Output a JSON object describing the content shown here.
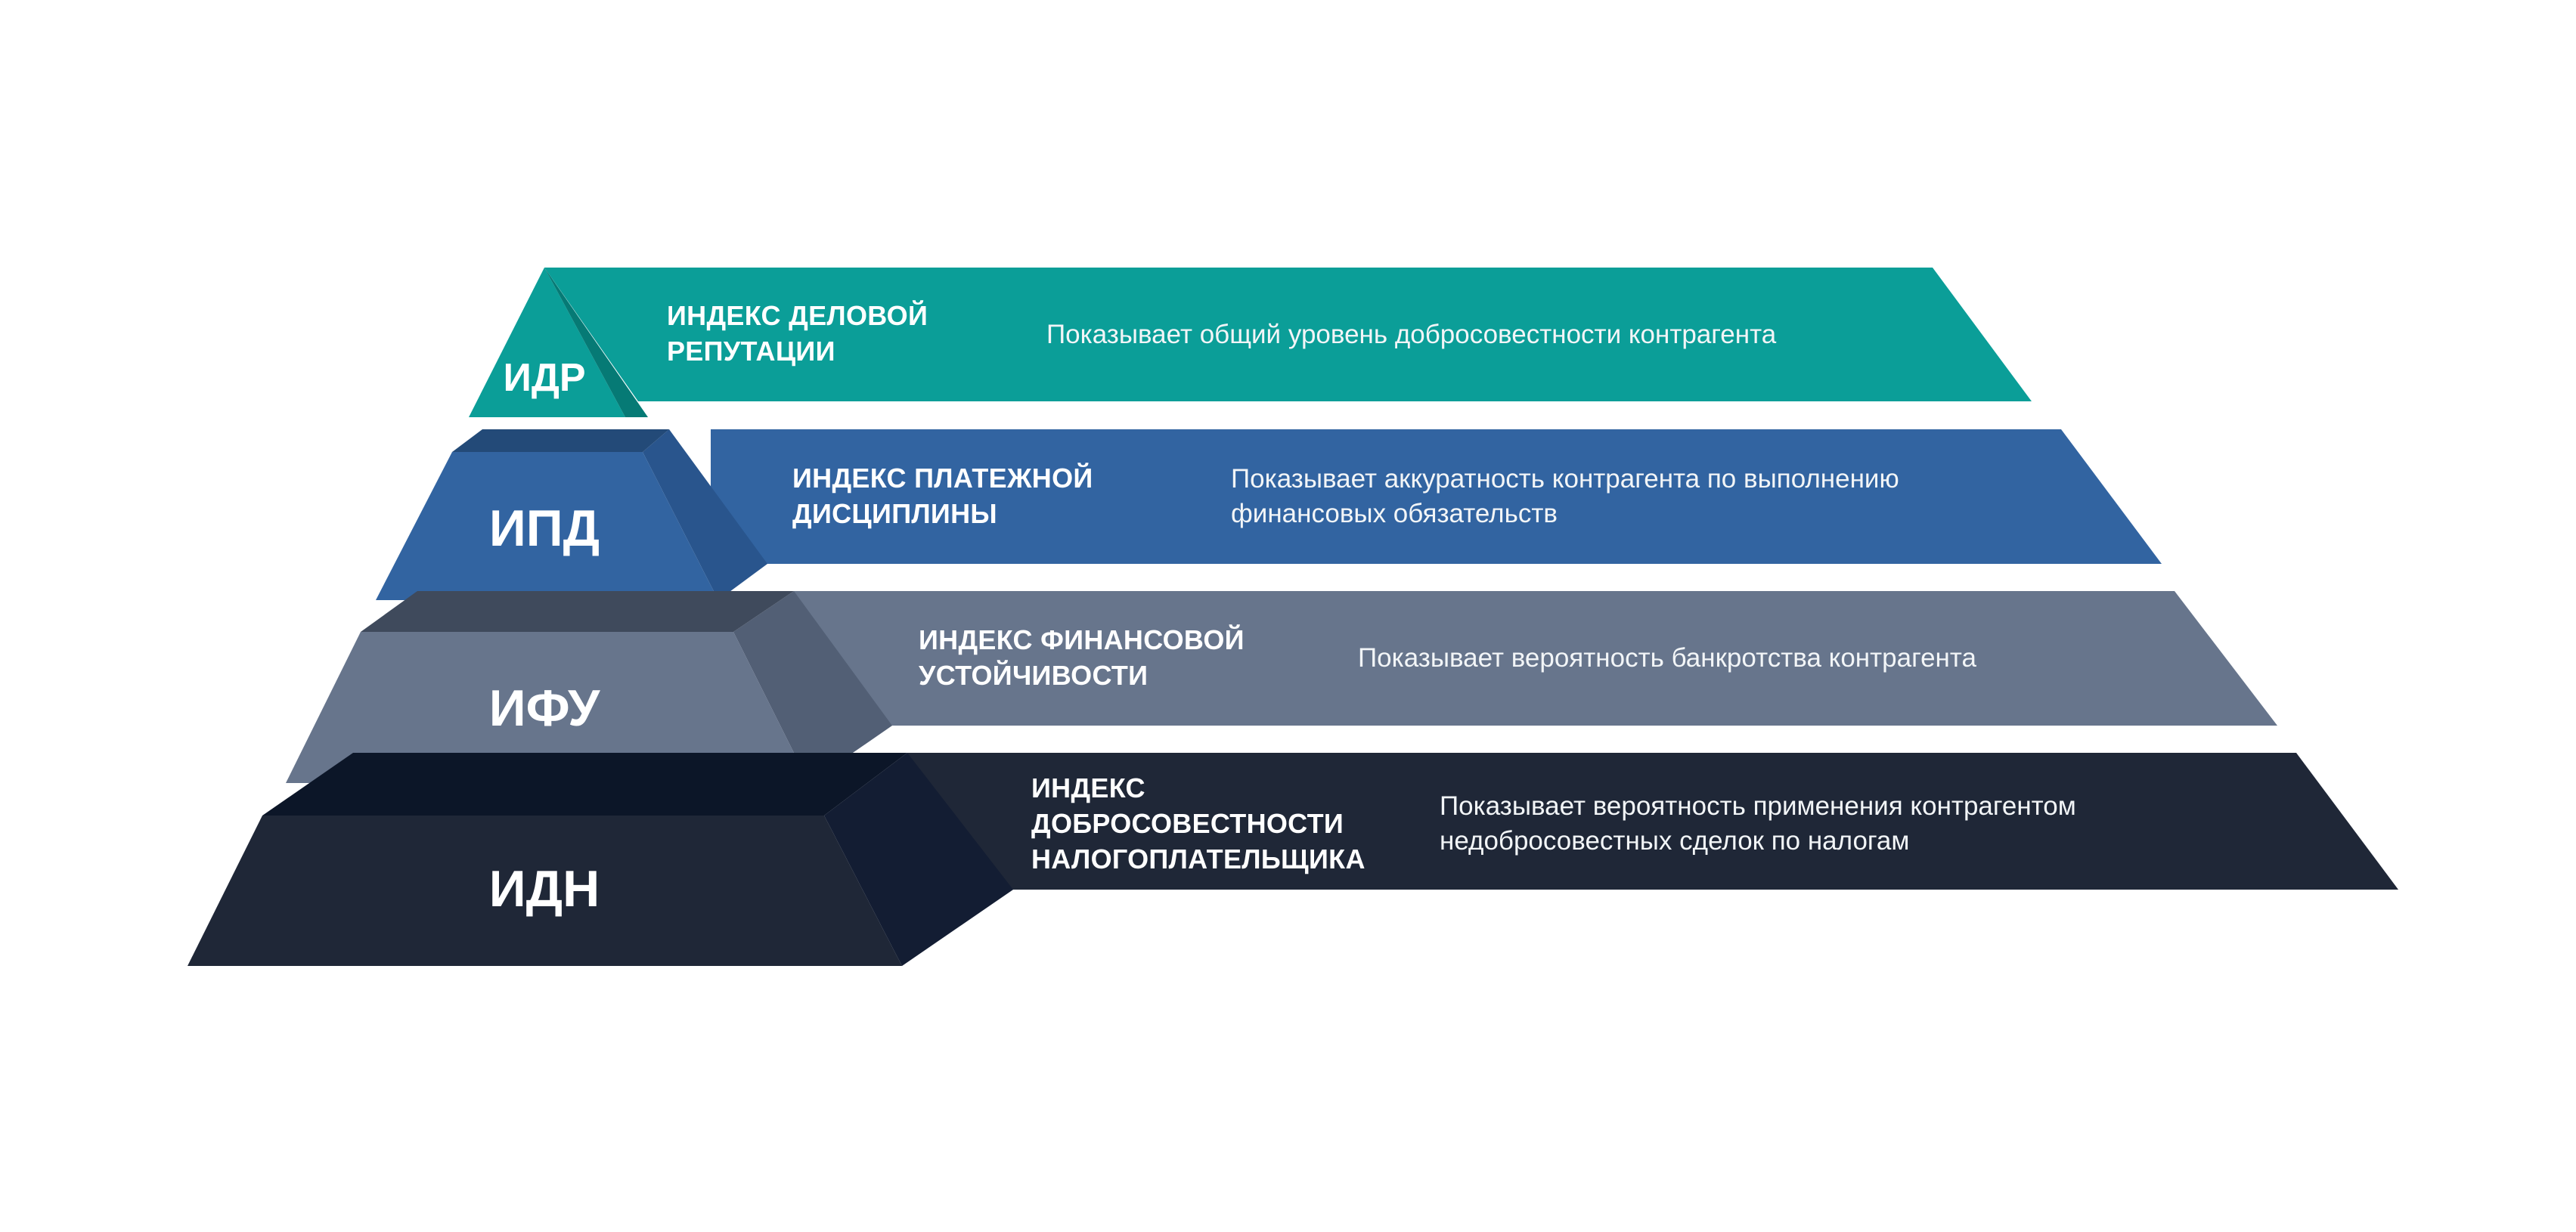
{
  "tiers": [
    {
      "id": "idr",
      "abbr": "ИДР",
      "title_lines": [
        "ИНДЕКС ДЕЛОВОЙ",
        "РЕПУТАЦИИ"
      ],
      "description_lines": [
        "Показывает общий уровень добросовестности контрагента"
      ],
      "colors": {
        "front": "#0b9e98",
        "top": "#088a84",
        "side": "#067a75",
        "band": "#0b9e98"
      }
    },
    {
      "id": "ipd",
      "abbr": "ИПД",
      "title_lines": [
        "ИНДЕКС ПЛАТЕЖНОЙ",
        "ДИСЦИПЛИНЫ"
      ],
      "description_lines": [
        "Показывает аккуратность контрагента по выполнению",
        "финансовых обязательств"
      ],
      "colors": {
        "front": "#3264a1",
        "top": "#234a78",
        "side": "#29558d",
        "band": "#3264a1"
      }
    },
    {
      "id": "ifu",
      "abbr": "ИФУ",
      "title_lines": [
        "ИНДЕКС ФИНАНСОВОЙ",
        "УСТОЙЧИВОСТИ"
      ],
      "description_lines": [
        "Показывает вероятность банкротства контрагента"
      ],
      "colors": {
        "front": "#67758c",
        "top": "#3f4a5c",
        "side": "#525f75",
        "band": "#67758c"
      }
    },
    {
      "id": "idn",
      "abbr": "ИДН",
      "title_lines": [
        "ИНДЕКС",
        "ДОБРОСОВЕСТНОСТИ",
        "НАЛОГОПЛАТЕЛЬЩИКА"
      ],
      "description_lines": [
        "Показывает вероятность применения контрагентом",
        "недобросовестных сделок по налогам"
      ],
      "colors": {
        "front": "#1f2737",
        "top": "#0c1628",
        "side": "#131d33",
        "band": "#1f2737"
      }
    }
  ]
}
